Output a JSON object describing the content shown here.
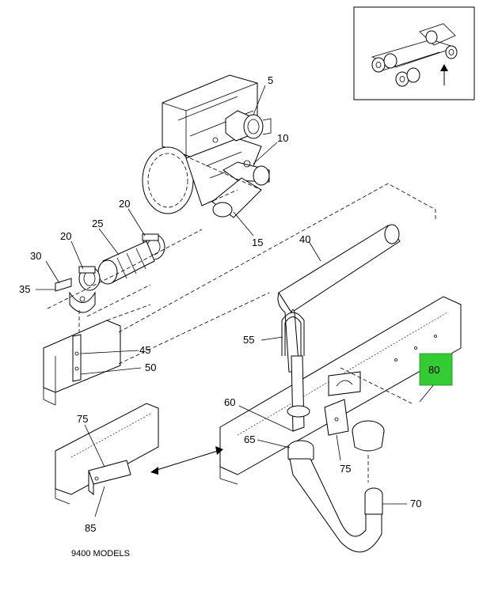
{
  "callouts": {
    "p5": "5",
    "p10": "10",
    "p15": "15",
    "p20a": "20",
    "p20b": "20",
    "p25": "25",
    "p30": "30",
    "p35": "35",
    "p40": "40",
    "p45": "45",
    "p50": "50",
    "p55": "55",
    "p60": "60",
    "p65": "65",
    "p70": "70",
    "p75a": "75",
    "p75b": "75",
    "p80": "80",
    "p85": "85"
  },
  "caption": "9400 MODELS",
  "highlight_color": "#33cc33"
}
